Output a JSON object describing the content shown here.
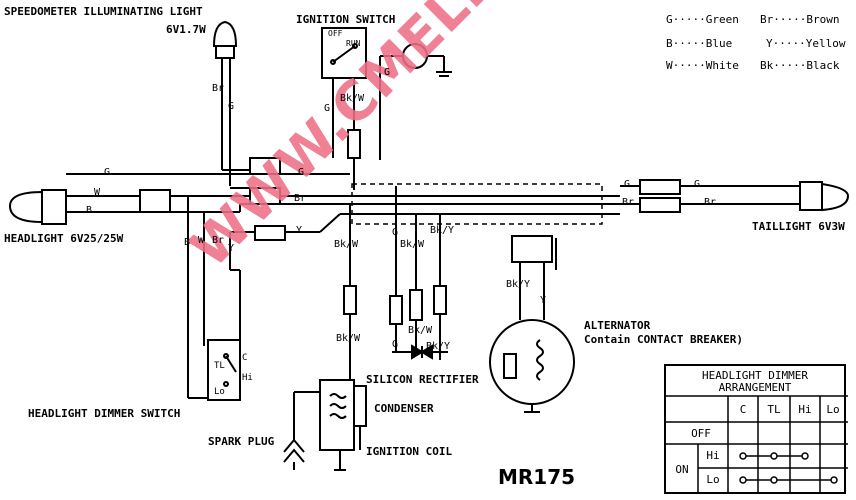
{
  "diagram": {
    "model": "MR175",
    "watermark": "WWW.CMELECTRONICA.COM.AR",
    "components": {
      "speedometer_light": "SPEEDOMETER ILLUMINATING LIGHT",
      "speedometer_light_rating": "6V1.7W",
      "ignition_switch": "IGNITION SWITCH",
      "ignition_switch_off": "OFF",
      "ignition_switch_run": "RUN",
      "headlight": "HEADLIGHT 6V25/25W",
      "taillight": "TAILLIGHT 6V3W",
      "alternator": "ALTERNATOR",
      "alternator_note": "Contain CONTACT BREAKER)",
      "silicon_rectifier": "SILICON RECTIFIER",
      "condenser": "CONDENSER",
      "ignition_coil": "IGNITION COIL",
      "spark_plug": "SPARK PLUG",
      "dimmer_switch": "HEADLIGHT DIMMER SWITCH",
      "dimmer_switch_tl": "TL",
      "dimmer_switch_c": "C",
      "dimmer_switch_hi": "Hi",
      "dimmer_switch_lo": "Lo"
    },
    "color_legend": [
      {
        "code": "G",
        "name": "Green"
      },
      {
        "code": "Br",
        "name": "Brown"
      },
      {
        "code": "B",
        "name": "Blue"
      },
      {
        "code": "Y",
        "name": "Yellow"
      },
      {
        "code": "W",
        "name": "White"
      },
      {
        "code": "Bk",
        "name": "Black"
      }
    ],
    "wire_labels": {
      "br": "Br",
      "g": "G",
      "w": "W",
      "b": "B",
      "y": "Y",
      "bk_w": "Bk/W",
      "bk_y": "Bk/Y"
    },
    "dimmer_table": {
      "title_line1": "HEADLIGHT DIMMER",
      "title_line2": "ARRANGEMENT",
      "columns": [
        "C",
        "TL",
        "Hi",
        "Lo"
      ],
      "row_off": "OFF",
      "row_on": "ON",
      "row_hi": "Hi",
      "row_lo": "Lo"
    }
  },
  "colors": {
    "line": "#000000",
    "watermark": "#ee6f86"
  }
}
